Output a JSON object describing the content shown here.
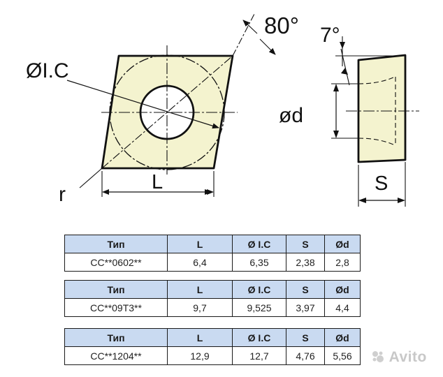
{
  "drawing": {
    "angle_top": "80°",
    "angle_side": "7°",
    "label_ic": "ØI.C",
    "label_d": "ød",
    "label_r": "r",
    "label_l": "L",
    "label_s": "S",
    "insert_fill": "#f4f3cf"
  },
  "tables": [
    {
      "headers": [
        "Тип",
        "L",
        "Ø I.C",
        "S",
        "Ød"
      ],
      "row": [
        "CC**0602**",
        "6,4",
        "6,35",
        "2,38",
        "2,8"
      ]
    },
    {
      "headers": [
        "Тип",
        "L",
        "Ø I.C",
        "S",
        "Ød"
      ],
      "row": [
        "CC**09T3**",
        "9,7",
        "9,525",
        "3,97",
        "4,4"
      ]
    },
    {
      "headers": [
        "Тип",
        "L",
        "Ø I.C",
        "S",
        "Ød"
      ],
      "row": [
        "CC**1204**",
        "12,9",
        "12,7",
        "4,76",
        "5,56"
      ]
    }
  ],
  "watermark": {
    "text": "Avito",
    "icon": "avito-logo-icon"
  },
  "colors": {
    "header_bg": "#c9daf1",
    "insert_fill": "#f4f3cf"
  }
}
